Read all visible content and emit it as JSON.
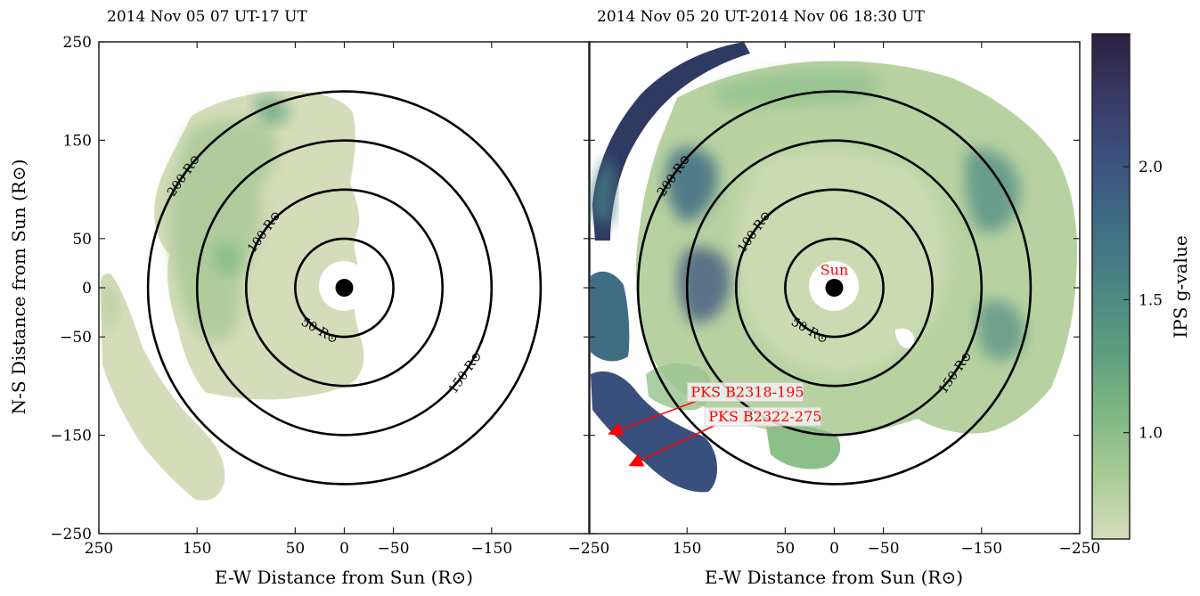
{
  "chart_data": [
    {
      "type": "heatmap",
      "title": "2014 Nov 05 07 UT-17 UT",
      "xlabel": "E-W Distance from Sun (R⊙)",
      "ylabel": "N-S Distance from Sun (R⊙)",
      "xlim": [
        250,
        -250
      ],
      "ylim": [
        -250,
        250
      ],
      "xticks": [
        "250",
        "150",
        "50",
        "0",
        "−50",
        "−150"
      ],
      "yticks": [
        "250",
        "150",
        "50",
        "0",
        "−50",
        "−150",
        "−250"
      ],
      "rings": [
        {
          "r": 50,
          "label": "50 R⊙"
        },
        {
          "r": 100,
          "label": "100 R⊙"
        },
        {
          "r": 150,
          "label": "150 R⊙"
        },
        {
          "r": 200,
          "label": "200 R⊙"
        }
      ],
      "sun": [
        0,
        0
      ],
      "annotations": []
    },
    {
      "type": "heatmap",
      "title": "2014 Nov 05 20 UT-2014 Nov 06 18:30 UT",
      "xlabel": "E-W Distance from Sun (R⊙)",
      "xlim": [
        250,
        -250
      ],
      "ylim": [
        -250,
        250
      ],
      "xticks": [
        "−250",
        "150",
        "50",
        "0",
        "−50",
        "−150",
        "−250"
      ],
      "rings": [
        {
          "r": 50,
          "label": "50 R⊙"
        },
        {
          "r": 100,
          "label": "100 R⊙"
        },
        {
          "r": 150,
          "label": "150 R⊙"
        },
        {
          "r": 200,
          "label": "200 R⊙"
        }
      ],
      "sun": [
        0,
        0
      ],
      "annotations": [
        {
          "text": "Sun",
          "x": 0,
          "y": 13
        },
        {
          "text": "PKS B2318-195",
          "x": 148,
          "y": -111,
          "arrow_to": [
            228,
            -148
          ]
        },
        {
          "text": "PKS B2322-275",
          "x": 130,
          "y": -136,
          "arrow_to": [
            207,
            -180
          ]
        }
      ]
    }
  ],
  "colorbar": {
    "label": "IPS g-value",
    "range": [
      0.6,
      2.5
    ],
    "ticks": [
      "2.0",
      "1.5",
      "1.0"
    ],
    "tick_values": [
      2.0,
      1.5,
      1.0
    ],
    "colors": [
      "#d5ddbb",
      "#a8cb95",
      "#7fb784",
      "#5b9e7f",
      "#4a8683",
      "#3f6d84",
      "#3c517e",
      "#3a3a66",
      "#2b2040"
    ]
  }
}
